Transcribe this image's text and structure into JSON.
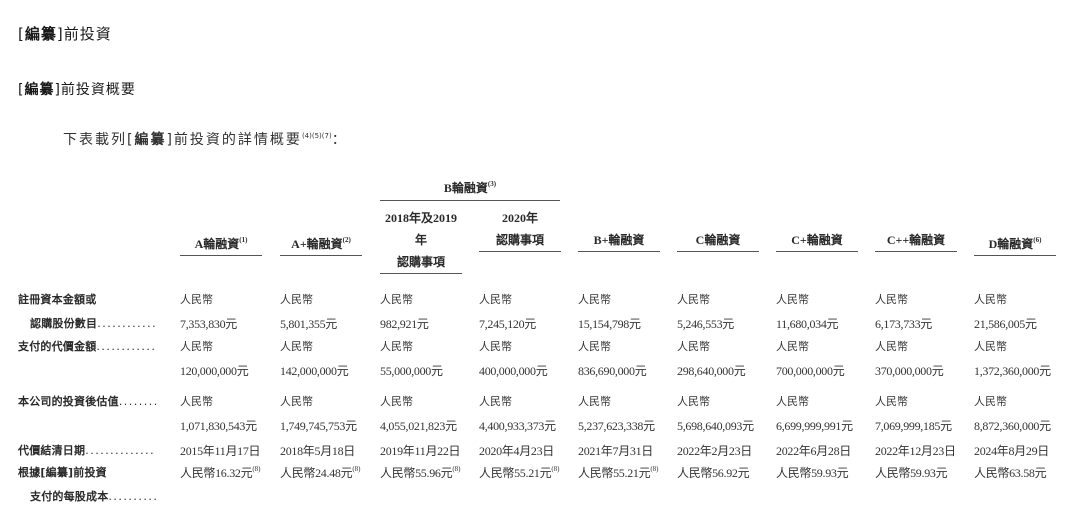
{
  "section_title": {
    "prefix": "[",
    "redacted": "編纂",
    "suffix": "]前投資"
  },
  "subsection_title": {
    "prefix": "[",
    "redacted": "編纂",
    "suffix": "]前投資概要"
  },
  "intro": {
    "before": "下表載列[",
    "redacted": "編纂",
    "after": "]前投資的詳情概要",
    "footnotes": "(4)(5)(7)",
    "colon": "："
  },
  "table": {
    "group_header": {
      "label": "B輪融資",
      "footnote": "(3)"
    },
    "columns": [
      {
        "line1": "",
        "line2": "A輪融資",
        "footnote": "(1)"
      },
      {
        "line1": "",
        "line2": "A+輪融資",
        "footnote": "(2)"
      },
      {
        "line1": "2018年及2019年",
        "line2": "認購事項",
        "footnote": ""
      },
      {
        "line1": "2020年",
        "line2": "認購事項",
        "footnote": ""
      },
      {
        "line1": "",
        "line2": "B+輪融資",
        "footnote": ""
      },
      {
        "line1": "",
        "line2": "C輪融資",
        "footnote": ""
      },
      {
        "line1": "",
        "line2": "C+輪融資",
        "footnote": ""
      },
      {
        "line1": "",
        "line2": "C++輪融資",
        "footnote": ""
      },
      {
        "line1": "",
        "line2": "D輪融資",
        "footnote": "(6)"
      }
    ],
    "rows": [
      {
        "label_line1": "註冊資本金額或",
        "label_line2": "認購股份數目",
        "dots": "............",
        "values": [
          {
            "l1": "人民幣",
            "l2": "7,353,830元"
          },
          {
            "l1": "人民幣",
            "l2": "5,801,355元"
          },
          {
            "l1": "人民幣",
            "l2": "982,921元"
          },
          {
            "l1": "人民幣",
            "l2": "7,245,120元"
          },
          {
            "l1": "人民幣",
            "l2": "15,154,798元"
          },
          {
            "l1": "人民幣",
            "l2": "5,246,553元"
          },
          {
            "l1": "人民幣",
            "l2": "11,680,034元"
          },
          {
            "l1": "人民幣",
            "l2": "6,173,733元"
          },
          {
            "l1": "人民幣",
            "l2": "21,586,005元"
          }
        ]
      },
      {
        "label_line1": "支付的代價金額",
        "dots": "............",
        "values": [
          {
            "l1": "人民幣",
            "l2": "120,000,000元"
          },
          {
            "l1": "人民幣",
            "l2": "142,000,000元"
          },
          {
            "l1": "人民幣",
            "l2": "55,000,000元"
          },
          {
            "l1": "人民幣",
            "l2": "400,000,000元"
          },
          {
            "l1": "人民幣",
            "l2": "836,690,000元"
          },
          {
            "l1": "人民幣",
            "l2": "298,640,000元"
          },
          {
            "l1": "人民幣",
            "l2": "700,000,000元"
          },
          {
            "l1": "人民幣",
            "l2": "370,000,000元"
          },
          {
            "l1": "人民幣",
            "l2": "1,372,360,000元"
          }
        ]
      },
      {
        "label_line1": "本公司的投資後估值",
        "dots": "........",
        "values": [
          {
            "l1": "人民幣",
            "l2": "1,071,830,543元"
          },
          {
            "l1": "人民幣",
            "l2": "1,749,745,753元"
          },
          {
            "l1": "人民幣",
            "l2": "4,055,021,823元"
          },
          {
            "l1": "人民幣",
            "l2": "4,400,933,373元"
          },
          {
            "l1": "人民幣",
            "l2": "5,237,623,338元"
          },
          {
            "l1": "人民幣",
            "l2": "5,698,640,093元"
          },
          {
            "l1": "人民幣",
            "l2": "6,699,999,991元"
          },
          {
            "l1": "人民幣",
            "l2": "7,069,999,185元"
          },
          {
            "l1": "人民幣",
            "l2": "8,872,360,000元"
          }
        ]
      },
      {
        "label_line1": "代價結清日期",
        "dots": "..............",
        "values": [
          {
            "l1": "2015年11月17日"
          },
          {
            "l1": "2018年5月18日"
          },
          {
            "l1": "2019年11月22日"
          },
          {
            "l1": "2020年4月23日"
          },
          {
            "l1": "2021年7月31日"
          },
          {
            "l1": "2022年2月23日"
          },
          {
            "l1": "2022年6月28日"
          },
          {
            "l1": "2022年12月23日"
          },
          {
            "l1": "2024年8月29日"
          }
        ]
      },
      {
        "label_line1_before": "根據[",
        "label_line1_redacted": "編纂",
        "label_line1_after": "]前投資",
        "label_line2": "支付的每股成本",
        "dots": "..........",
        "values": [
          {
            "l1": "人民幣16.32元",
            "fn": "(8)"
          },
          {
            "l1": "人民幣24.48元",
            "fn": "(8)"
          },
          {
            "l1": "人民幣55.96元",
            "fn": "(8)"
          },
          {
            "l1": "人民幣55.21元",
            "fn": "(8)"
          },
          {
            "l1": "人民幣55.21元",
            "fn": "(8)"
          },
          {
            "l1": "人民幣56.92元",
            "fn": ""
          },
          {
            "l1": "人民幣59.93元",
            "fn": ""
          },
          {
            "l1": "人民幣59.93元",
            "fn": ""
          },
          {
            "l1": "人民幣63.58元",
            "fn": ""
          }
        ]
      }
    ]
  }
}
